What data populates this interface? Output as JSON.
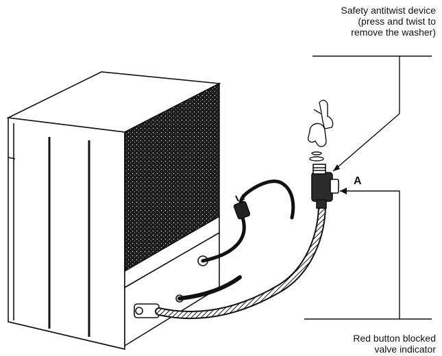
{
  "labels": {
    "antitwist": {
      "line1": "Safety antitwist device",
      "line2": "(press and twist to",
      "line3": "remove the washer)"
    },
    "marker_a": "A",
    "red_button": {
      "line1": "Red button blocked",
      "line2": "valve indicator"
    }
  },
  "colors": {
    "ink": "#111111",
    "panel_dark": "#1a1a1a",
    "paper": "#ffffff"
  }
}
